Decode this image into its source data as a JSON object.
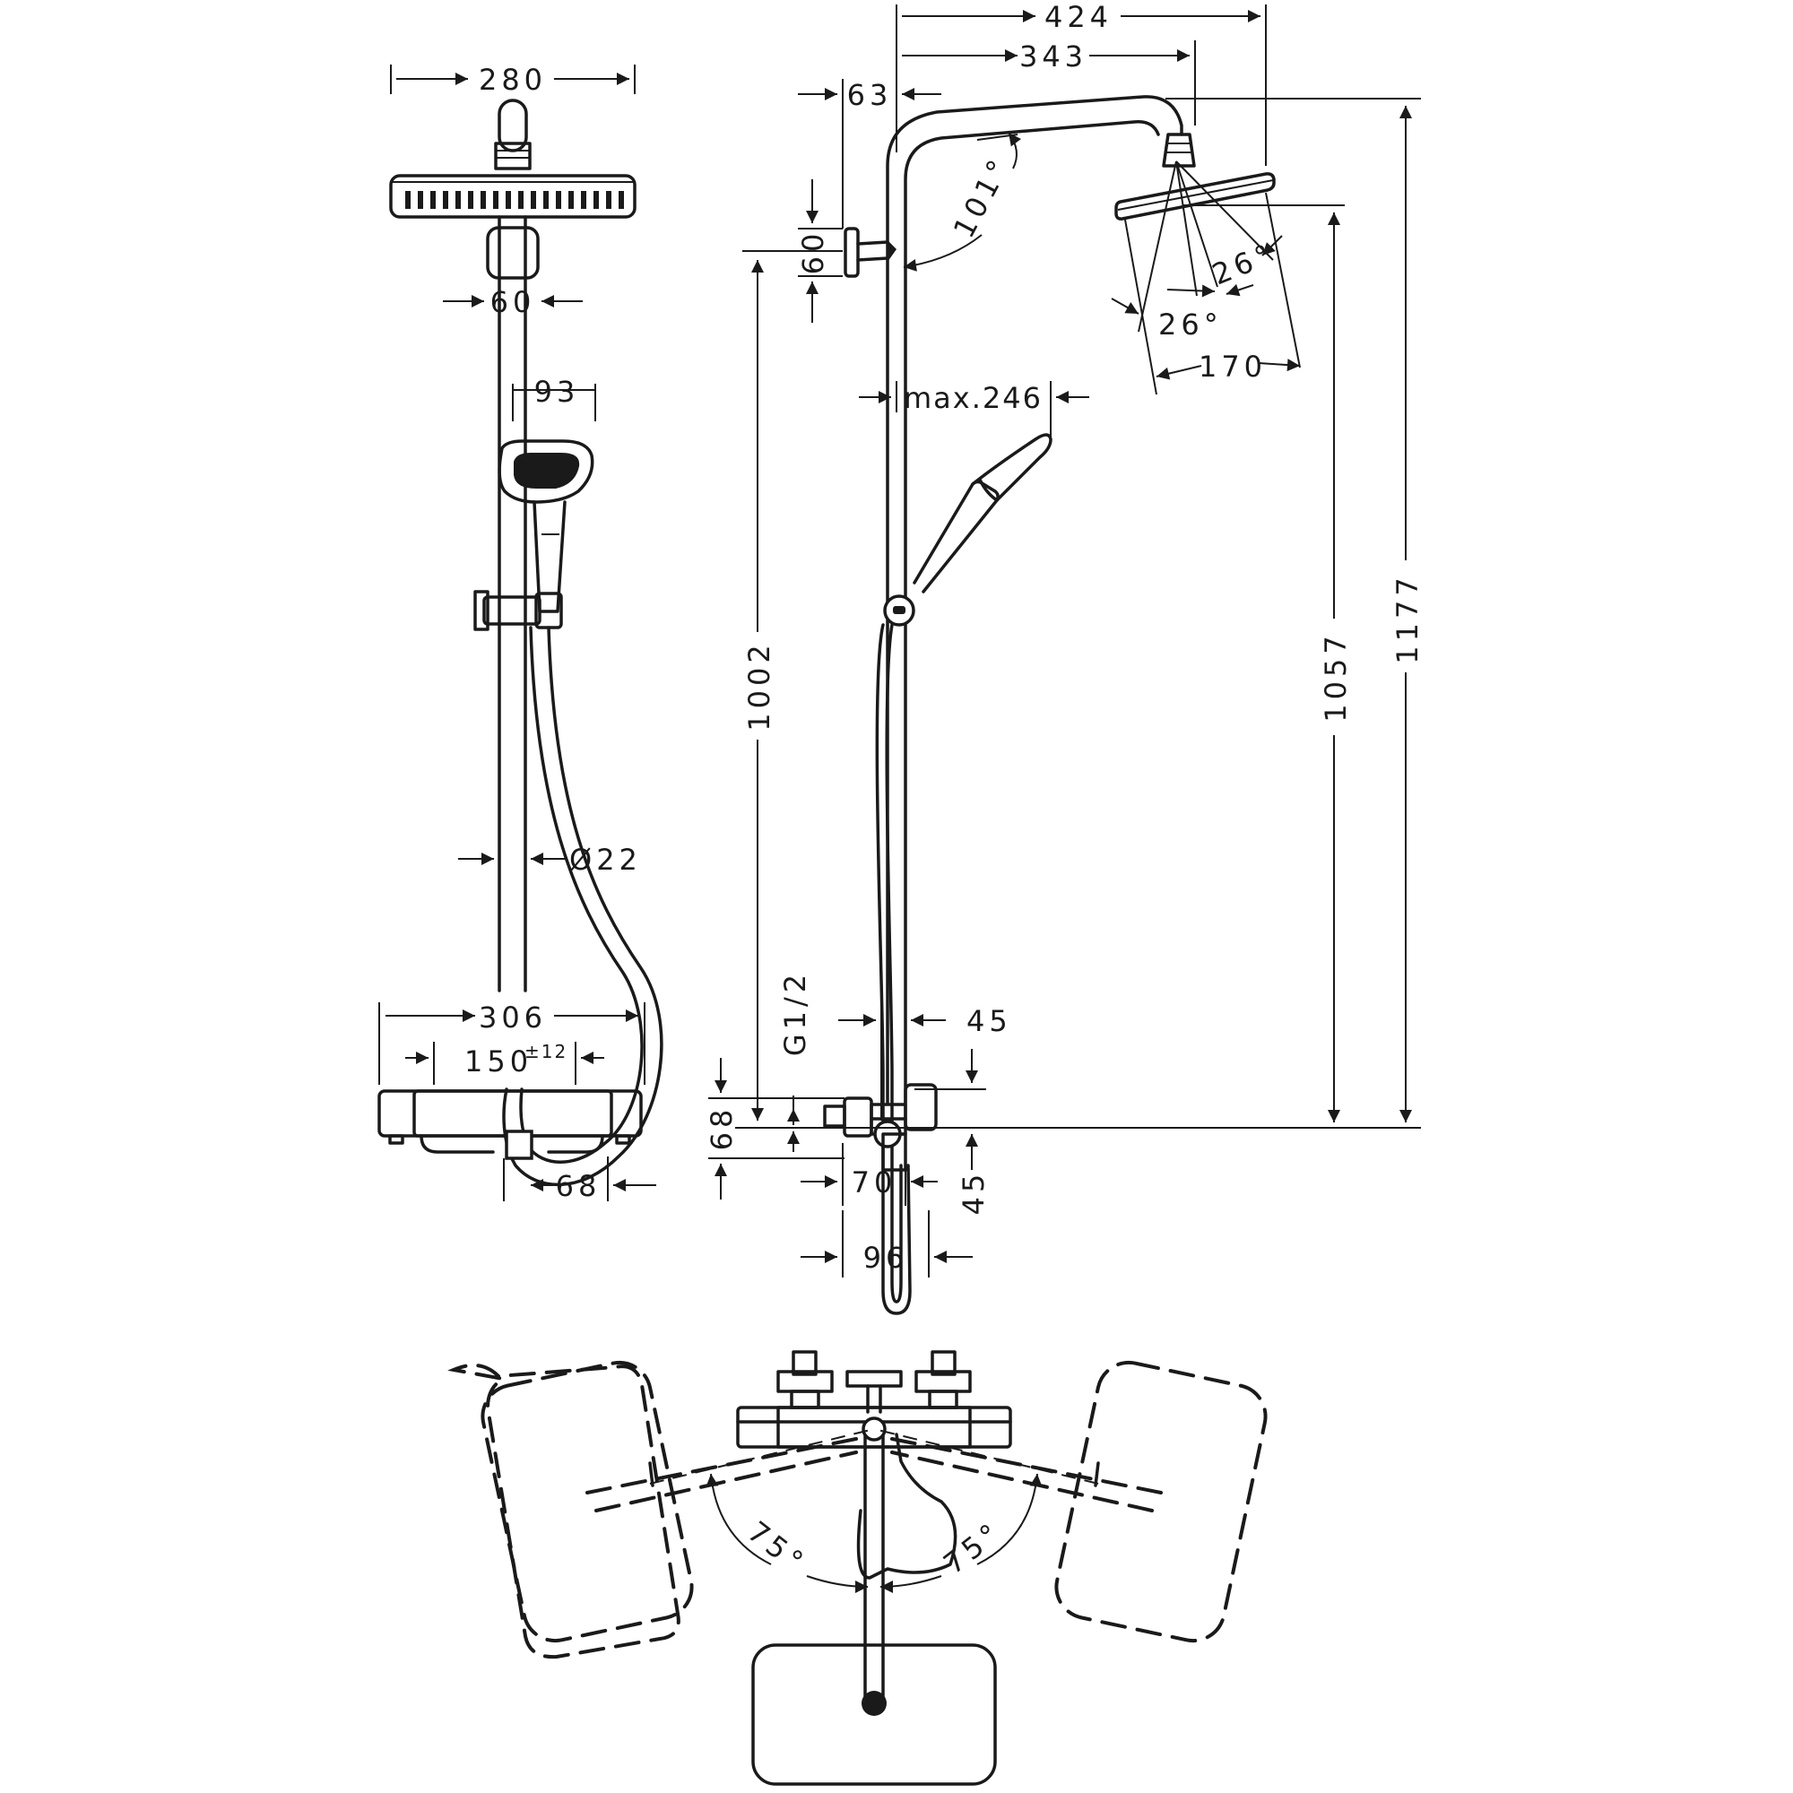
{
  "dimensions": {
    "front_head_width": "280",
    "front_bracket_width": "60",
    "front_hand_shower_width": "93",
    "front_rail_diameter": "Ø22",
    "front_mixer_width": "306",
    "front_connection_distance_value": "150",
    "front_connection_distance_tolerance": "±12",
    "front_mixer_depth": "68",
    "side_total_projection": "424",
    "side_arm_projection": "343",
    "side_wall_offset": "63",
    "side_bracket_height": "60",
    "side_arm_angle": "101°",
    "side_spray_angle_a": "26°",
    "side_spray_angle_b": "26°",
    "side_head_diameter": "170",
    "side_hand_shower_reach": "max.246",
    "side_bracket_to_mixer": "1002",
    "side_head_to_mixer": "1057",
    "side_total_height": "1177",
    "side_inlet_thread": "G1/2",
    "side_upper_offset": "45",
    "side_lower_offset": "45",
    "side_mixer_height": "68",
    "side_mixer_projection": "70",
    "side_bottom_projection": "96",
    "top_swivel_left": "75°",
    "top_swivel_right": "75°"
  }
}
